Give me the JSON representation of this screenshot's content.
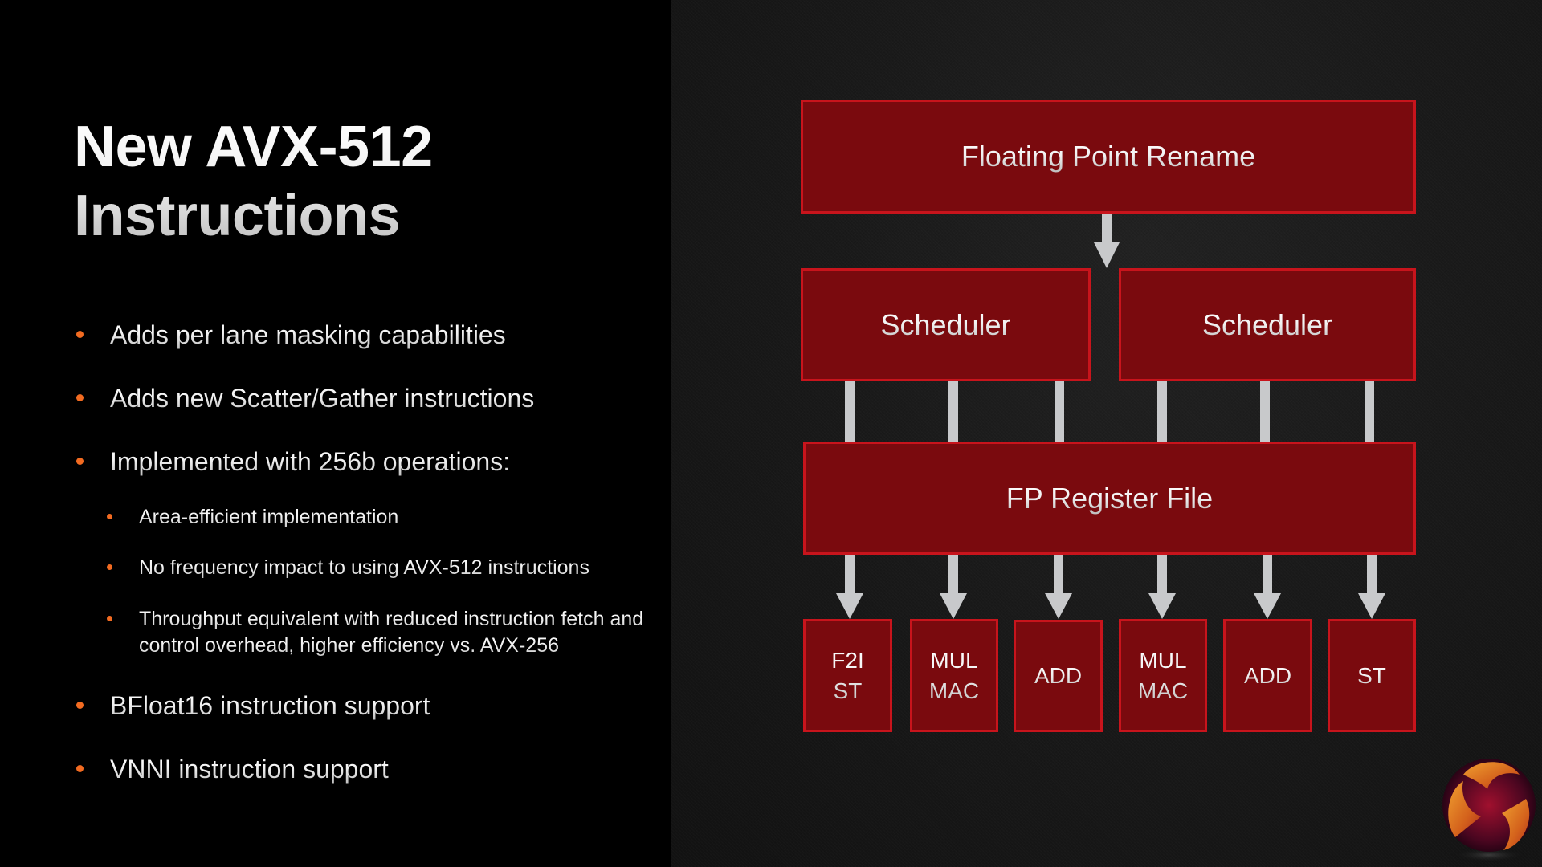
{
  "slide": {
    "title_line1": "New AVX-512",
    "title_line2": "Instructions",
    "bullets": [
      {
        "level": 1,
        "text": "Adds per lane masking capabilities"
      },
      {
        "level": 1,
        "text": "Adds new Scatter/Gather instructions"
      },
      {
        "level": 1,
        "text": "Implemented with 256b operations:"
      },
      {
        "level": 2,
        "text": "Area-efficient implementation"
      },
      {
        "level": 2,
        "text": "No frequency impact to using AVX-512 instructions"
      },
      {
        "level": 2,
        "text_line1": "Throughput equivalent with reduced instruction fetch and",
        "text_line2": "control overhead, higher efficiency vs. AVX-256"
      },
      {
        "level": 1,
        "text": "BFloat16 instruction support"
      },
      {
        "level": 1,
        "text": "VNNI instruction support"
      }
    ],
    "bullet_color": "#f26b21"
  },
  "diagram": {
    "rename": "Floating Point Rename",
    "schedulers": [
      "Scheduler",
      "Scheduler"
    ],
    "register_file": "FP Register File",
    "units": [
      "F2I\nST",
      "MUL\nMAC",
      "ADD",
      "MUL\nMAC",
      "ADD",
      "ST"
    ],
    "box_fill": "#7a0a0e",
    "box_border": "#c8141c",
    "arrow_color": "#c8c9cb"
  },
  "logo": {
    "icon": "triskelion-sphere-logo"
  }
}
